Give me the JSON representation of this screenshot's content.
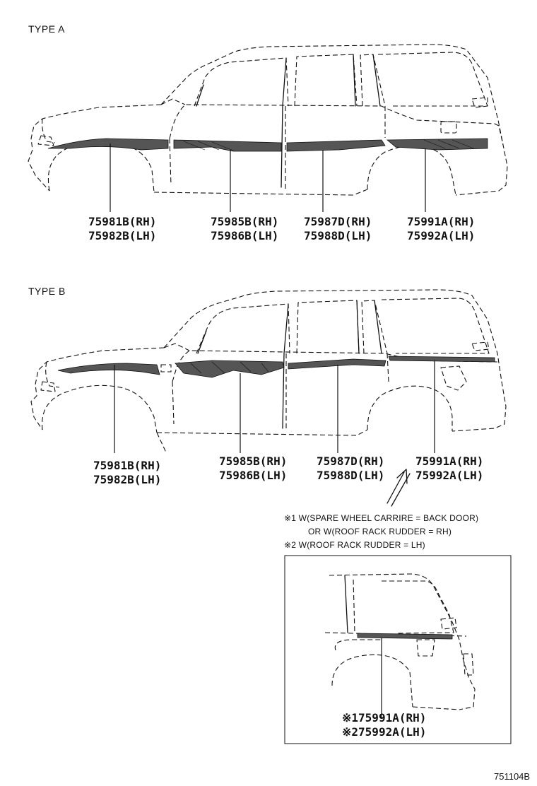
{
  "figure_number": "751104B",
  "type_a": {
    "title": "TYPE A",
    "labels": {
      "front_fender": [
        "75981B(RH)",
        "75982B(LH)"
      ],
      "front_door": [
        "75985B(RH)",
        "75986B(LH)"
      ],
      "rear_door": [
        "75987D(RH)",
        "75988D(LH)"
      ],
      "quarter": [
        "75991A(RH)",
        "75992A(LH)"
      ]
    }
  },
  "type_b": {
    "title": "TYPE B",
    "labels": {
      "front_fender": [
        "75981B(RH)",
        "75982B(LH)"
      ],
      "front_door": [
        "75985B(RH)",
        "75986B(LH)"
      ],
      "rear_door": [
        "75987D(RH)",
        "75988D(LH)"
      ],
      "quarter": [
        "75991A(RH)",
        "75992A(LH)"
      ]
    }
  },
  "notes": {
    "line1": "※1 W(SPARE WHEEL CARRIRE = BACK DOOR)",
    "line2": "OR W(ROOF RACK RUDDER = RH)",
    "line3": "※2 W(ROOF RACK RUDDER = LH)"
  },
  "detail": {
    "labels": [
      "※175991A(RH)",
      "※275992A(LH)"
    ]
  }
}
